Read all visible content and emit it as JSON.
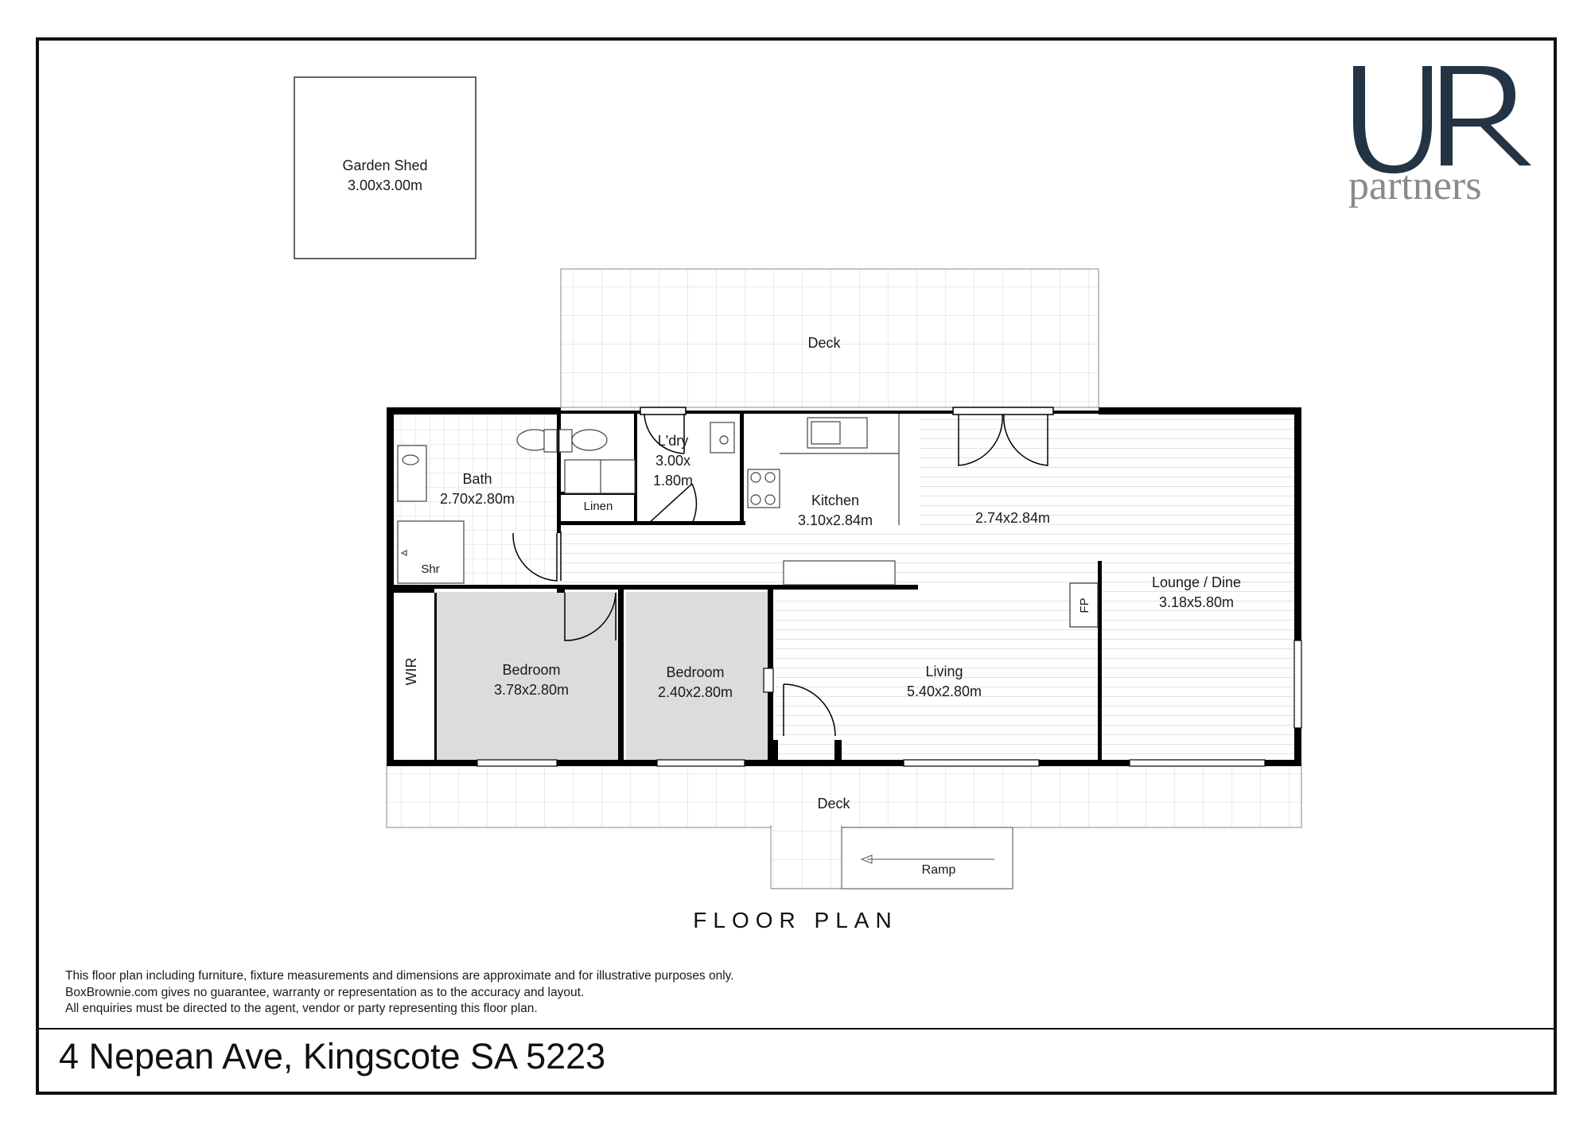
{
  "plan": {
    "title": "FLOOR PLAN",
    "address": "4 Nepean Ave, Kingscote SA 5223",
    "disclaimer": [
      "This floor plan including furniture, fixture measurements and dimensions are approximate and for illustrative purposes only.",
      "BoxBrownie.com gives no guarantee, warranty or representation as to the accuracy and layout.",
      "All enquiries must be directed to the agent, vendor or party representing this floor plan."
    ]
  },
  "logo": {
    "main": "UR",
    "sub": "partners",
    "color_main": "#233544",
    "color_sub": "#8a8a8a"
  },
  "rooms": {
    "garden_shed": {
      "name": "Garden Shed",
      "size": "3.00x3.00m"
    },
    "deck_rear": {
      "name": "Deck"
    },
    "bath": {
      "name": "Bath",
      "size": "2.70x2.80m"
    },
    "shower": {
      "name": "Shr"
    },
    "linen": {
      "name": "Linen"
    },
    "laundry": {
      "name": "L'dry",
      "size_line1": "3.00x",
      "size_line2": "1.80m"
    },
    "kitchen": {
      "name": "Kitchen",
      "size": "3.10x2.84m"
    },
    "dining": {
      "size": "2.74x2.84m"
    },
    "lounge": {
      "name": "Lounge / Dine",
      "size": "3.18x5.80m"
    },
    "fireplace": {
      "name": "FP"
    },
    "wir": {
      "name": "WIR"
    },
    "bedroom1": {
      "name": "Bedroom",
      "size": "3.78x2.80m"
    },
    "bedroom2": {
      "name": "Bedroom",
      "size": "2.40x2.80m"
    },
    "living": {
      "name": "Living",
      "size": "5.40x2.80m"
    },
    "deck_front": {
      "name": "Deck"
    },
    "ramp": {
      "name": "Ramp"
    }
  },
  "colors": {
    "wall": "#000000",
    "bedroom_fill": "#dcdcdc",
    "grid": "#d2d2d2",
    "floorline": "#dedede"
  }
}
